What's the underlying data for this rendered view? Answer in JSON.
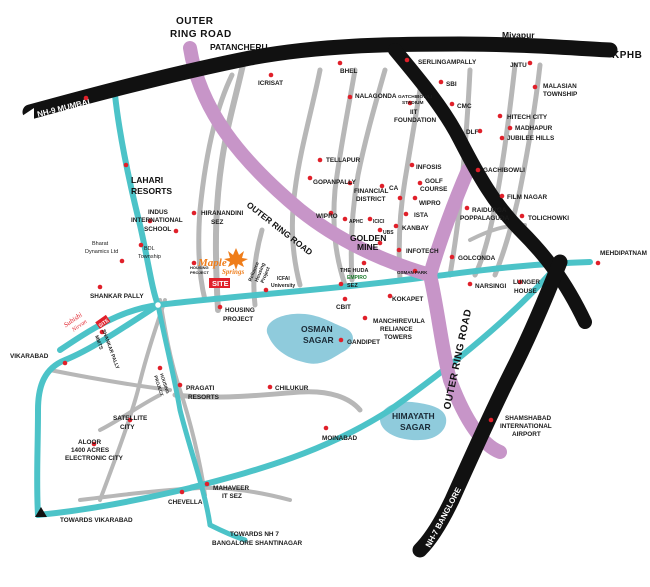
{
  "map": {
    "highways": {
      "nh9_mumbai": "NH-9 MUMBAI",
      "kphb": "KPHB",
      "nh7_banglore": "NH-7 BANGLORE",
      "outer_ring_road_top": "OUTER RING ROAD",
      "outer_ring_road_mid": "OUTER RING ROAD",
      "outer_ring_road_vertical": "OUTER RING ROAD",
      "towards_vikarabad": "TOWARDS VIKARABAD",
      "towards_nh7_line1": "TOWARDS NH 7",
      "towards_nh7_line2": "BANGALORE SHANTINAGAR"
    },
    "lakes": {
      "osman_line1": "OSMAN",
      "osman_line2": "SAGAR",
      "himayath_line1": "HIMAYATH",
      "himayath_line2": "SAGAR"
    },
    "places": {
      "patancheru": "PATANCHERU",
      "miyapur": "Miyapur",
      "icrisat": "ICRISAT",
      "bhel": "BHEL",
      "serlingampally": "SERLINGAMPALLY",
      "jntu": "JNTU",
      "malasian_line1": "MALASIAN",
      "malasian_line2": "TOWNSHIP",
      "nalagonda": "NALAGONDA",
      "gatchibowli_line1": "GATCHIBOWLI",
      "gatchibowli_line2": "STADIUM",
      "sbi": "SBI",
      "cmc": "CMC",
      "iit_line1": "IIT",
      "iit_line2": "FOUNDATION",
      "hitech_city": "HITECH CITY",
      "madhapur": "MADHAPUR",
      "jubilee_hills": "JUBILEE HILLS",
      "dlf": "DLF",
      "tellapur": "TELLAPUR",
      "infosis": "INFOSIS",
      "gachibowli": "GACHIBOWLI",
      "gopanpally": "GOPANPALLY",
      "golf_line1": "GOLF",
      "golf_line2": "COURSE",
      "financial_line1": "FINANCIAL",
      "financial_line2": "DISTRICT",
      "ca": "CA",
      "film_nagar": "FILM NAGAR",
      "wipro1": "WIPRO",
      "wipro2": "WIPRO",
      "apiic": "APHC",
      "icici": "ICICI",
      "ista": "ISTA",
      "raidurga_line1": "RAIDURGA",
      "raidurga_line2": "POPPALAGUDA",
      "tolichowki": "TOLICHOWKI",
      "ubs": "UBS",
      "kanbay": "KANBAY",
      "golden_line1": "GOLDEN",
      "golden_line2": "MINE",
      "infotech": "INFOTECH",
      "golconda": "GOLCONDA",
      "mehdipatnam": "MEHDIPATNAM",
      "lahari_line1": "LAHARI",
      "lahari_line2": "RESORTS",
      "indus_line1": "INDUS",
      "indus_line2": "INTERNATIONAL",
      "indus_line3": "SCHOOL",
      "hiranandini_line1": "HIRANANDINI",
      "hiranandini_line2": "SEZ",
      "bharat_line1": "Bharat",
      "bharat_line2": "Dynamics Ltd",
      "bdl_line1": "BDL",
      "bdl_line2": "Township",
      "housing_project_small_line1": "HOUSING",
      "housing_project_small_line2": "PROJECT",
      "reliance_line1": "Reliance",
      "reliance_line2": "Housing",
      "reliance_line3": "Project",
      "icfai_line1": "ICFAI",
      "icfai_line2": "University",
      "huda_line1": "THE HUDA",
      "huda_line2": "EMPIRO",
      "sez": "SEZ",
      "osman_park": "OSMAN PARK",
      "narsingi": "NARSINGI",
      "lunger_line1": "LUNGER",
      "lunger_line2": "HOUSE",
      "shankar_pally": "SHANKAR PALLY",
      "site": "SITE",
      "housing_project_line1": "HOUSING",
      "housing_project_line2": "PROJECT",
      "cbit": "CBIT",
      "kokapet": "KOKAPET",
      "manchirevula_line1": "MANCHIREVULA",
      "manchirevula_line2": "RELIANCE",
      "manchirevula_line3": "TOWERS",
      "gandipet": "GANDIPET",
      "shankar_pally_mmts_line1": "SHANKAR PALLY",
      "shankar_pally_mmts_line2": "MMTS",
      "vikarabad": "VIKARABAD",
      "housing_proj2_line1": "HOUSING",
      "housing_proj2_line2": "PROJECT",
      "pragati_line1": "PRAGATI",
      "pragati_line2": "RESORTS",
      "chilukur": "CHILUKUR",
      "satellite_line1": "SATELLITE",
      "satellite_line2": "CITY",
      "moinabad": "MOINABAD",
      "shamshabad_line1": "SHAMSHABAD",
      "shamshabad_line2": "INTERNATIONAL",
      "shamshabad_line3": "AIRPORT",
      "aloor_line1": "ALOOR",
      "aloor_line2": "1400 ACRES",
      "aloor_line3": "ELECTRONIC CITY",
      "mahaveer_line1": "MAHAVEER",
      "mahaveer_line2": "IT SEZ",
      "chevella": "CHEVELLA"
    },
    "logos": {
      "maple_line1": "Maple",
      "maple_line2": "Springs",
      "subishi_line1": "Subishi",
      "subishi_line2": "Nirvan"
    },
    "colors": {
      "highway": "#111111",
      "ring_road": "#c795c8",
      "cyan_road": "#4cc3c8",
      "grey_road": "#b7b7b7",
      "lake": "#8fcbdc",
      "marker": "#e0202a",
      "site_badge": "#e0202a"
    }
  }
}
